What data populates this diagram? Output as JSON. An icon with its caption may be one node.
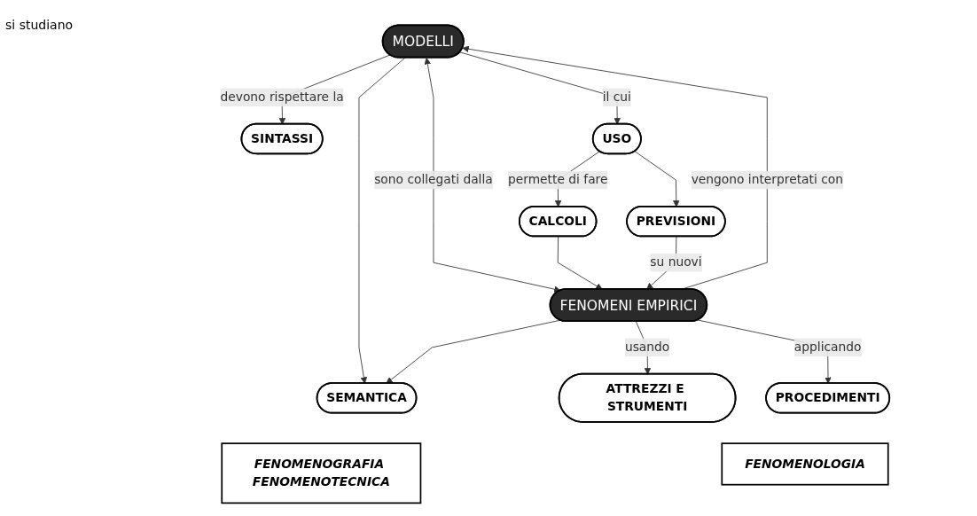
{
  "diagram": {
    "nodes": [
      {
        "text": [
          "MODELLI"
        ]
      },
      {
        "text": [
          "SEMANTICA"
        ]
      },
      {
        "text": [
          "SINTASSI"
        ]
      },
      {
        "text": [
          "FENOMENI EMPIRICI"
        ]
      },
      {
        "text": [
          "USO"
        ]
      },
      {
        "text": [
          "ATTREZZI E STRUMENTI"
        ]
      },
      {
        "text": [
          "PROCEDIMENTI"
        ]
      },
      {
        "text": [
          "CALCOLI"
        ]
      },
      {
        "text": [
          "PREVISIONI"
        ]
      },
      {
        "text": [
          "FENOMENOGRAFIA FENOMENOTECNICA"
        ]
      },
      {
        "text": [
          "FENOMENOLOGIA"
        ]
      }
    ],
    "edges": [
      {
        "from": 0,
        "to": 3,
        "arrow": "both",
        "label": "sono collegati dalla"
      },
      {
        "from": 0,
        "to": 1,
        "arrow": "to"
      },
      {
        "from": 3,
        "to": 1,
        "arrow": "to"
      },
      {
        "from": 3,
        "to": 0,
        "arrow": "to",
        "label": "vengono interpretati con"
      },
      {
        "from": 0,
        "to": 2,
        "arrow": "to",
        "label": "devono rispettare la"
      },
      {
        "from": 0,
        "to": 4,
        "arrow": "to",
        "label": "il cui"
      },
      {
        "from": 4,
        "to": 7,
        "arrow": "to",
        "label": "permette di fare"
      },
      {
        "from": 4,
        "to": 8,
        "arrow": "to"
      },
      {
        "from": 7,
        "to": 3,
        "arrow": "to"
      },
      {
        "from": 8,
        "to": 3,
        "arrow": "to",
        "label": "su nuovi"
      },
      {
        "from": 3,
        "to": 5,
        "arrow": "to",
        "label": "usando"
      },
      {
        "from": 3,
        "to": 6,
        "arrow": "to",
        "label": "applicando"
      }
    ],
    "labels": [
      "si studiano"
    ]
  }
}
